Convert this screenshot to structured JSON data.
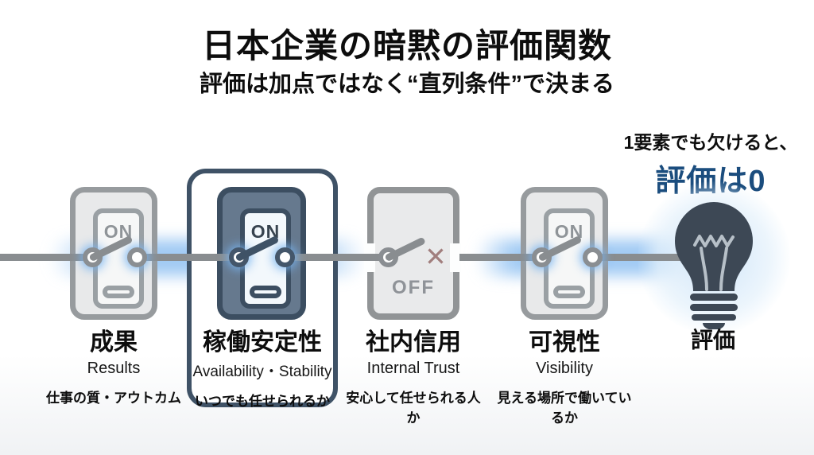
{
  "header": {
    "title": "日本企業の暗黙の評価関数",
    "subtitle": "評価は加点ではなく“直列条件”で決まる"
  },
  "callout": {
    "line1": "1要素でも欠けると、",
    "line2": "評価は0"
  },
  "switches": [
    {
      "id": "results",
      "state": "ON",
      "highlighted": false,
      "label_jp": "成果",
      "label_en": "Results",
      "description": "仕事の質・アウトカム"
    },
    {
      "id": "availability",
      "state": "ON",
      "highlighted": true,
      "label_jp": "稼働安定性",
      "label_en": "Availability・Stability",
      "description": "いつでも任せられるか"
    },
    {
      "id": "internal-trust",
      "state": "OFF",
      "highlighted": false,
      "label_jp": "社内信用",
      "label_en": "Internal Trust",
      "description": "安心して任せられる人か"
    },
    {
      "id": "visibility",
      "state": "ON",
      "highlighted": false,
      "label_jp": "可視性",
      "label_en": "Visibility",
      "description": "見える場所で働いているか"
    }
  ],
  "bulb": {
    "label": "評価"
  },
  "icons": {
    "broken_contact": "✕"
  },
  "colors": {
    "accent_navy": "#1b4d7e",
    "highlight_border": "#3f5266",
    "wire_gray": "#898d90",
    "glow_blue": "#82b9f0",
    "bulb_dark": "#3d4855",
    "x_red": "#a17e7d"
  }
}
